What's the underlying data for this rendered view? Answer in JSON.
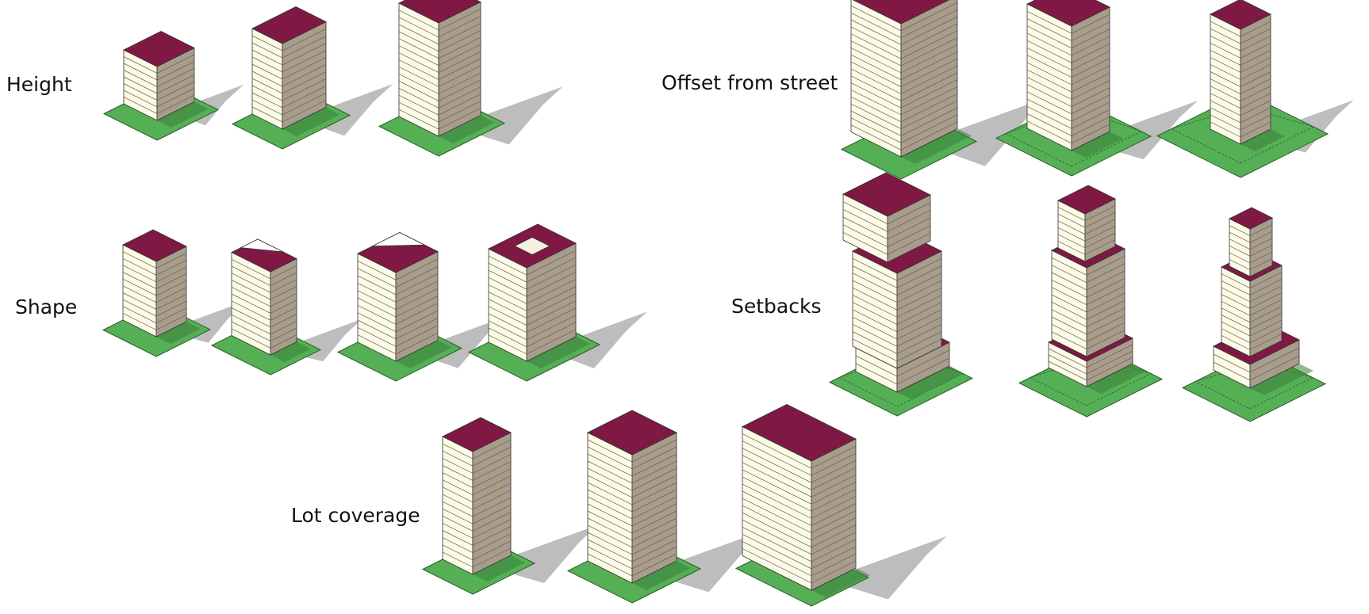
{
  "labels": {
    "height": "Height",
    "offset": "Offset from street",
    "shape": "Shape",
    "setbacks": "Setbacks",
    "lot_coverage": "Lot coverage"
  },
  "colors": {
    "roof": "#7f1943",
    "wall_light": "#fbfbe8",
    "wall_dark": "#a89c8c",
    "lot": "#55b055",
    "lot_dark": "#3b7f3b",
    "shadow": "#bdbdbd",
    "floor_line": "#6d6050"
  }
}
